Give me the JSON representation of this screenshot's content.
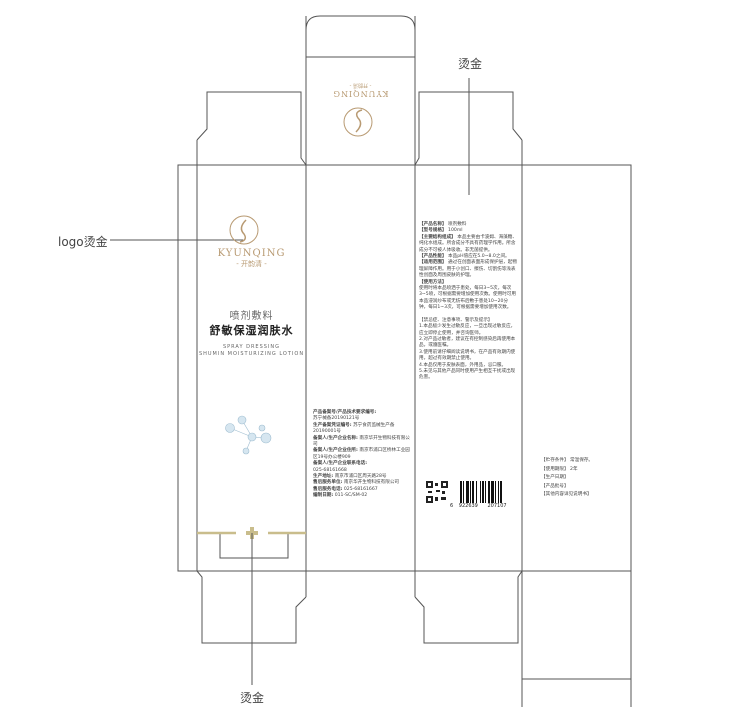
{
  "annotations": {
    "logo_foil": "logo烫金",
    "top_foil": "烫金",
    "bottom_foil": "烫金"
  },
  "brand": {
    "name_en": "KYUNQING",
    "name_cn": "- 开韵清 -"
  },
  "front": {
    "subtitle": "喷剂敷料",
    "title": "舒敏保湿润肤水",
    "en_line1": "SPRAY DRESSING",
    "en_line2": "SHUMIN MOISTURIZING LOTION"
  },
  "colors": {
    "gold": "#c9bd8c",
    "line": "#555555",
    "logo": "#b89a72"
  },
  "registration": {
    "lines": [
      {
        "label": "产品备案号/产品技术要求编号:",
        "value": ""
      },
      {
        "label": "",
        "value": "苏宁械备20190121号"
      },
      {
        "label": "生产备案凭证编号:",
        "value": "苏宁食药监械生产备20190001号"
      },
      {
        "label": "备案人/生产企业名称:",
        "value": "南京华开生物科技有限公司"
      },
      {
        "label": "备案人/生产企业住所:",
        "value": "南京市浦口区桥林工业园区19号办公楼909"
      },
      {
        "label": "备案人/生产企业联系电话:",
        "value": ""
      },
      {
        "label": "",
        "value": "025-68161668"
      },
      {
        "label": "生产地址:",
        "value": "南京市浦口区周天路28号"
      },
      {
        "label": "售后服务单位:",
        "value": "南京华开生物科技有限公司"
      },
      {
        "label": "售后服务电话:",
        "value": "025-68161667"
      },
      {
        "label": "编制日期:",
        "value": "011-SC/SM-02"
      }
    ]
  },
  "info": {
    "lines": [
      {
        "label": "【产品名称】",
        "value": "喷剂敷料"
      },
      {
        "label": "【型号规格】",
        "value": "100ml"
      },
      {
        "label": "【主要结构组成】",
        "value": "本品主要由卡波姆、海藻糖、纯化水组成。所含成分不具有药理学作用。所含成分不可被人体吸收。非无菌提供。"
      },
      {
        "label": "【产品性能】",
        "value": "本品pH值应在5.0~8.0之间。"
      },
      {
        "label": "【适用范围】",
        "value": "通过在创面表面形成保护层，起物理屏障作用。用于小创口、擦伤、切割伤等浅表性创面及周围皮肤的护理。"
      },
      {
        "label": "【使用方法】",
        "value": ""
      },
      {
        "label": "",
        "value": "使用时将本品喷洒于患处，每日3~5次，每次3~5喷，可根据需要增加使用次数。使用时可用本品浸润纱布或无纺布后敷于患处10~20分钟，每日1~3次，可根据需要增加使用次数。"
      }
    ],
    "warnings_title": "【禁忌症、注意事项、警示及提示】",
    "warnings": [
      "1.本品极少发生过敏反应，一旦出现过敏反应，应立即停止使用，并咨询医师。",
      "2.对产品过敏者，建议在有控制感染后再使用本品，或遵医嘱。",
      "3.使用前请仔细阅读说明书，在产品有效期内使用，超过有效期禁止使用。",
      "4.本品仅用于皮肤表面，外用品，忌口服。",
      "5.未见与其他产品同时使用产生相互干扰或出现危害。"
    ]
  },
  "barcode": {
    "lead": "6",
    "left": "922639",
    "right": "207107"
  },
  "storage": {
    "lines": [
      {
        "label": "【贮存条件】",
        "value": "常温保存。"
      },
      {
        "label": "【使用期限】",
        "value": "2年"
      },
      {
        "label": "【生产日期】",
        "value": ""
      },
      {
        "label": "【产品批号】",
        "value": ""
      },
      {
        "label": "【其他内容详见说明书】",
        "value": ""
      }
    ]
  }
}
